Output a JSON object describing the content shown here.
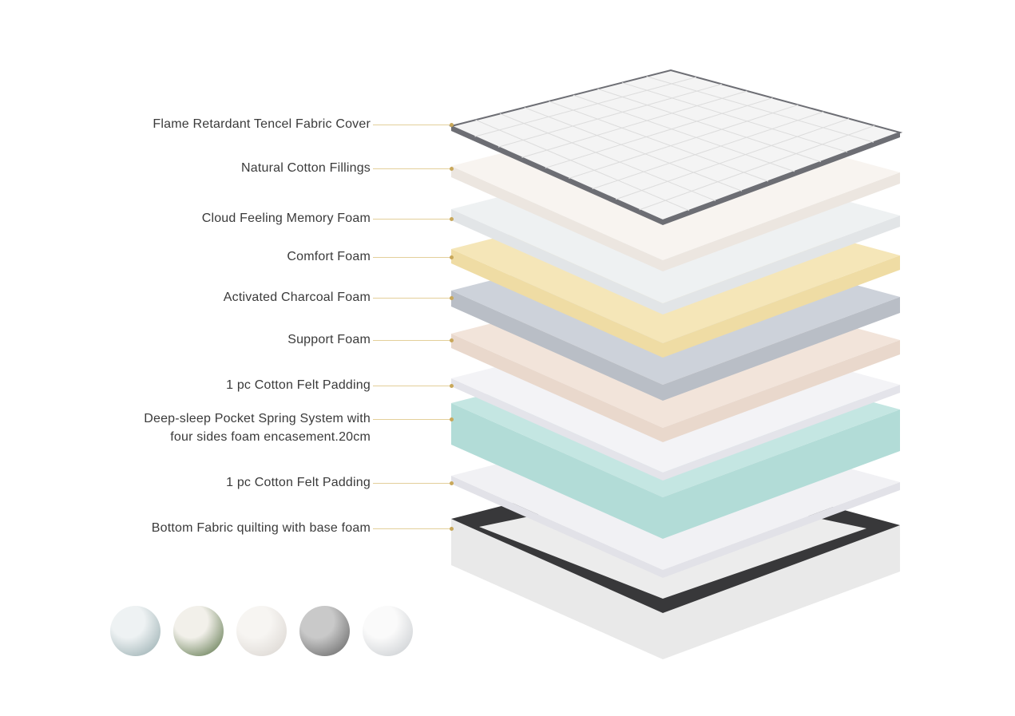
{
  "layers": [
    {
      "label": "Flame Retardant Tencel Fabric Cover",
      "color": "#f4f4f4",
      "edge": "#6d6e74"
    },
    {
      "label": "Natural Cotton Fillings",
      "color": "#f8f4f0",
      "edge": "#ece6e0"
    },
    {
      "label": "Cloud Feeling Memory Foam",
      "color": "#eef1f2",
      "edge": "#e2e5e7"
    },
    {
      "label": "Comfort Foam",
      "color": "#f5e6b8",
      "edge": "#efdca4"
    },
    {
      "label": "Activated Charcoal Foam",
      "color": "#cdd2da",
      "edge": "#b9bec6"
    },
    {
      "label": "Support Foam",
      "color": "#f2e4da",
      "edge": "#e9d8cc"
    },
    {
      "label": "1 pc Cotton Felt Padding",
      "color": "#f3f3f6",
      "edge": "#e4e4ea"
    },
    {
      "label_line1": "Deep-sleep Pocket Spring System with",
      "label_line2": "four sides foam encasement.20cm",
      "color": "#c4e6e2",
      "edge": "#b2dcd7"
    },
    {
      "label": "1 pc Cotton Felt Padding",
      "color": "#f1f1f4",
      "edge": "#e2e2e8"
    },
    {
      "label": "Bottom Fabric quilting with base foam",
      "color": "#38383a",
      "edge": "#e9e9e9"
    }
  ],
  "material_icons": [
    {
      "name": "fiber-icon",
      "from": "#eef2f3",
      "to": "#8fa6a9"
    },
    {
      "name": "cotton-icon",
      "from": "#f2f0ea",
      "to": "#4f6b3c"
    },
    {
      "name": "memory-foam-hand-icon",
      "from": "#f7f5f2",
      "to": "#d7d2cd"
    },
    {
      "name": "foam-block-icon",
      "from": "#c9c9c9",
      "to": "#5d5d5d"
    },
    {
      "name": "pocket-spring-icon",
      "from": "#fafafa",
      "to": "#c4c8cc"
    }
  ]
}
